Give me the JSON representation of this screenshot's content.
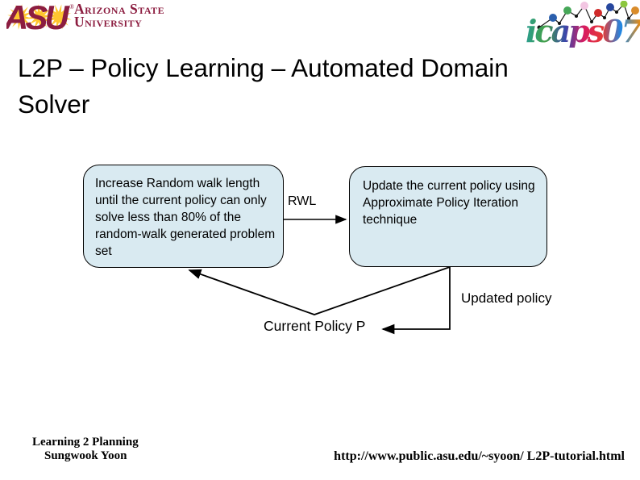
{
  "header": {
    "asu_logo": {
      "acronym": "ASU",
      "registered": "®",
      "wordmark_line1": "Arizona State",
      "wordmark_line2": "University",
      "maroon_color": "#8C1D40",
      "gold_color": "#FFC62F"
    },
    "icaps_logo": {
      "wordmark": "icaps07"
    }
  },
  "title": "L2P – Policy Learning – Automated Domain Solver",
  "diagram": {
    "left_box_text": "Increase Random walk length until the current policy can only solve less than 80% of the random-walk generated problem set",
    "right_box_text": "Update the current policy using Approximate Policy Iteration technique",
    "rwl_label": "RWL",
    "updated_policy_label": "Updated policy",
    "current_policy_label": "Current Policy P",
    "box_fill_color": "#D9EAF1",
    "line_color": "#000000"
  },
  "footer": {
    "credit_line1": "Learning 2 Planning",
    "credit_line2": "Sungwook Yoon",
    "url": "http://www.public.asu.edu/~syoon/ L2P-tutorial.html"
  }
}
